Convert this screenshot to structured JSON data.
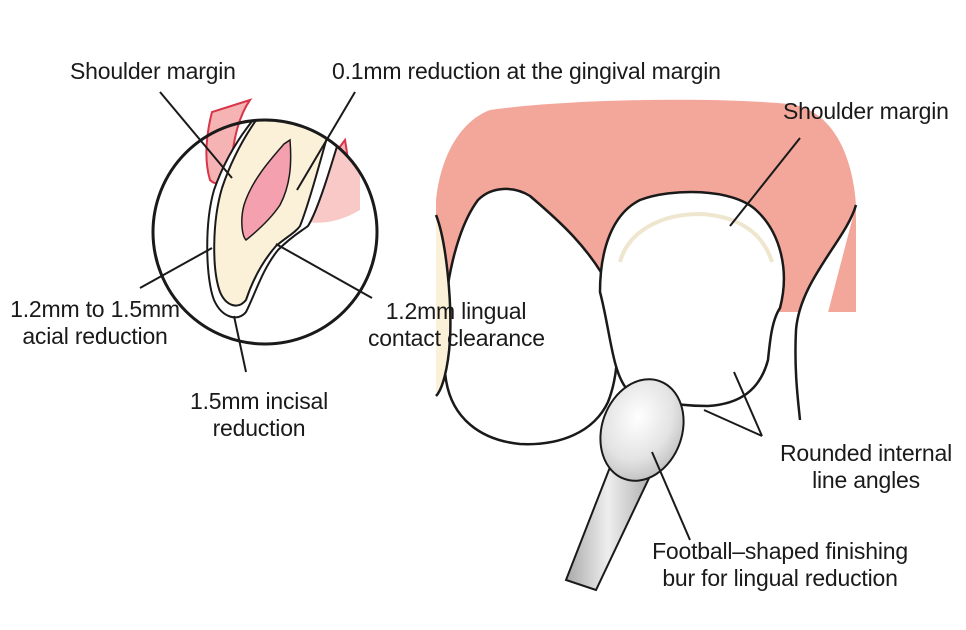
{
  "labels": {
    "shoulder_margin_left": "Shoulder margin",
    "gingival_reduction": "0.1mm reduction at the gingival margin",
    "shoulder_margin_right": "Shoulder margin",
    "facial_reduction_line1": "1.2mm to 1.5mm",
    "facial_reduction_line2": "acial reduction",
    "lingual_clearance_line1": "1.2mm lingual",
    "lingual_clearance_line2": "contact clearance",
    "incisal_reduction_line1": "1.5mm incisal",
    "incisal_reduction_line2": "reduction",
    "internal_angles_line1": "Rounded internal",
    "internal_angles_line2": "line angles",
    "bur_line1": "Football–shaped finishing",
    "bur_line2": "bur for lingual reduction"
  },
  "colors": {
    "gingiva": "#f3a69a",
    "gingiva_inset": "#f5b3b4",
    "tooth": "#fbf1d9",
    "pulp": "#f4a0ae",
    "outline": "#1a1a1a",
    "bur_head": "#d9d9d9",
    "bur_shank": "#c8c8c8"
  }
}
